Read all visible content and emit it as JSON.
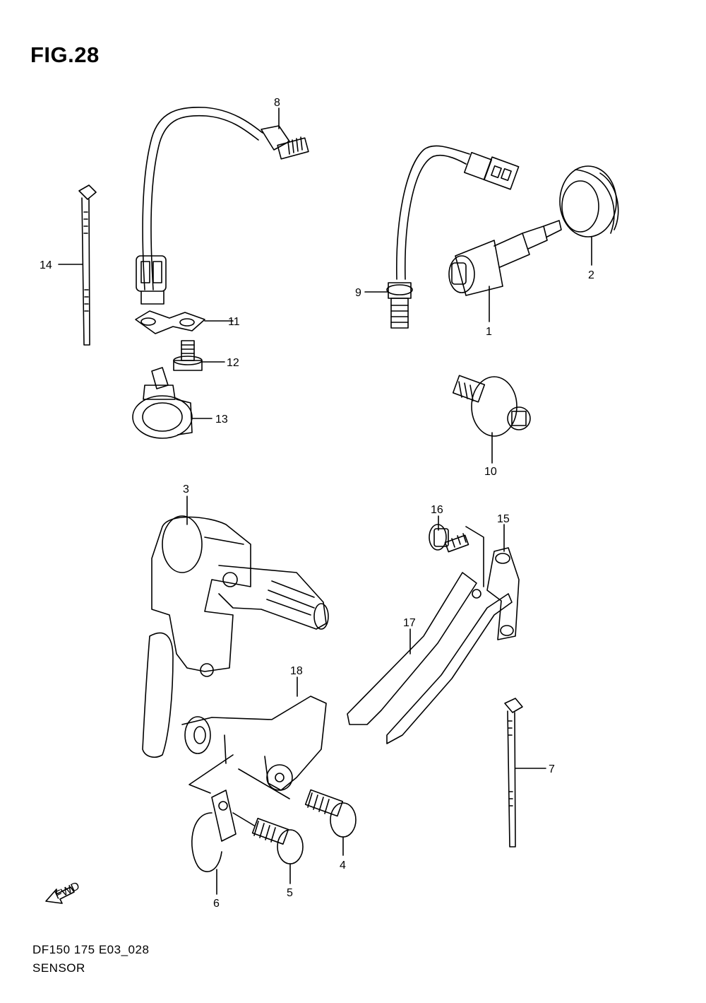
{
  "figure": {
    "title": "FIG.28",
    "model_code": "DF150 175 E03_028",
    "section": "SENSOR",
    "fwd_marker": "FWD"
  },
  "callouts": [
    {
      "id": "1",
      "label": "1"
    },
    {
      "id": "2",
      "label": "2"
    },
    {
      "id": "3",
      "label": "3"
    },
    {
      "id": "4",
      "label": "4"
    },
    {
      "id": "5",
      "label": "5"
    },
    {
      "id": "6",
      "label": "6"
    },
    {
      "id": "7",
      "label": "7"
    },
    {
      "id": "8",
      "label": "8"
    },
    {
      "id": "9",
      "label": "9"
    },
    {
      "id": "10",
      "label": "10"
    },
    {
      "id": "11",
      "label": "11"
    },
    {
      "id": "12",
      "label": "12"
    },
    {
      "id": "13",
      "label": "13"
    },
    {
      "id": "14",
      "label": "14"
    },
    {
      "id": "15",
      "label": "15"
    },
    {
      "id": "16",
      "label": "16"
    },
    {
      "id": "17",
      "label": "17"
    },
    {
      "id": "18",
      "label": "18"
    }
  ]
}
